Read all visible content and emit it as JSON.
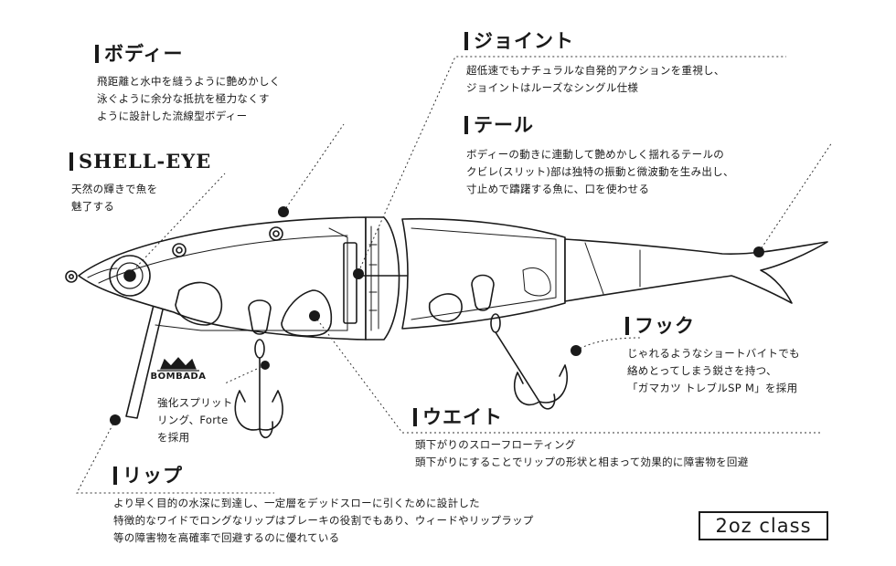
{
  "sections": {
    "body": {
      "heading": "ボディー",
      "lines": [
        "飛距離と水中を縫うように艶めかしく",
        "泳ぐように余分な抵抗を極力なくす",
        "ように設計した流線型ボディー"
      ]
    },
    "joint": {
      "heading": "ジョイント",
      "lines": [
        "超低速でもナチュラルな自発的アクションを重視し、",
        "ジョイントはルーズなシングル仕様"
      ]
    },
    "tail": {
      "heading": "テール",
      "lines": [
        "ボディーの動きに連動して艶めかしく揺れるテールの",
        "クビレ(スリット)部は独特の振動と微波動を生み出し、",
        "寸止めで躊躇する魚に、口を使わせる"
      ]
    },
    "shell_eye": {
      "heading": "SHELL-EYE",
      "lines": [
        "天然の輝きで魚を",
        "魅了する"
      ]
    },
    "hook": {
      "heading": "フック",
      "lines": [
        "じゃれるようなショートバイトでも",
        "絡めとってしまう鋭さを持つ、",
        "「ガマカツ トレブルSP M」を採用"
      ]
    },
    "split_ring": {
      "lines": [
        "強化スプリット",
        "リング、Forte",
        "を採用"
      ]
    },
    "weight": {
      "heading": "ウエイト",
      "lines": [
        "頭下がりのスローフローティング",
        "頭下がりにすることでリップの形状と相まって効果的に障害物を回避"
      ]
    },
    "lip": {
      "heading": "リップ",
      "lines": [
        "より早く目的の水深に到達し、一定層をデッドスローに引くために設計した",
        "特徴的なワイドでロングなリップはブレーキの役割でもあり、ウィードやリップラップ",
        "等の障害物を高確率で回避するのに優れている"
      ]
    }
  },
  "logo": {
    "text": "BOMBADA"
  },
  "badge": {
    "text": "2oz class"
  },
  "colors": {
    "ink": "#1a1a1a",
    "background": "#ffffff"
  }
}
